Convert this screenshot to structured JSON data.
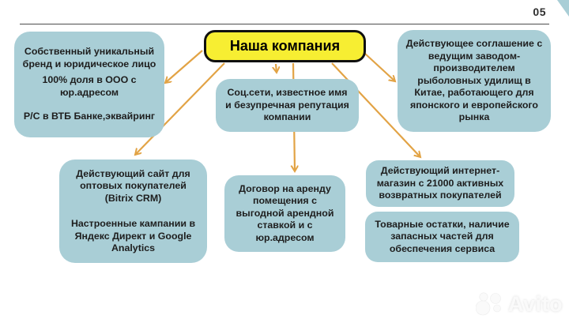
{
  "page": {
    "number": "05"
  },
  "center": {
    "label": "Наша компания"
  },
  "boxes": {
    "brand": {
      "lines": [
        "Собственный уникальный бренд и юридическое лицо",
        "100% доля в ООО с юр.адресом",
        "Р/С в ВТБ Банке,эквайринг"
      ]
    },
    "social": {
      "lines": [
        "Соц.сети, известное имя и безупречная репутация компании"
      ]
    },
    "factory": {
      "lines": [
        "Действующее соглашение с ведущим заводом-производителем рыболовных удилищ в Китае, работающего для японского и европейского рынка"
      ]
    },
    "site": {
      "lines": [
        "Действующий сайт для оптовых покупателей (Bitrix CRM)",
        "Настроенные кампании в Яндекс Директ и Google Analytics"
      ]
    },
    "lease": {
      "lines": [
        "Договор на аренду помещения с выгодной арендной ставкой и с юр.адресом"
      ]
    },
    "shop": {
      "lines": [
        "Действующий интернет-магазин с 21000 активных возвратных покупателей"
      ]
    },
    "stock": {
      "lines": [
        "Товарные остатки, наличие запасных частей для обеспечения сервиса"
      ]
    }
  },
  "watermark": {
    "label": "Avito"
  },
  "colors": {
    "box_teal": "#A9CED6",
    "center_yellow": "#F7EE32",
    "center_border": "#101010",
    "arrow_orange": "#E2A345",
    "text": "#1e1e1e",
    "divider": "#4d4d4d"
  }
}
